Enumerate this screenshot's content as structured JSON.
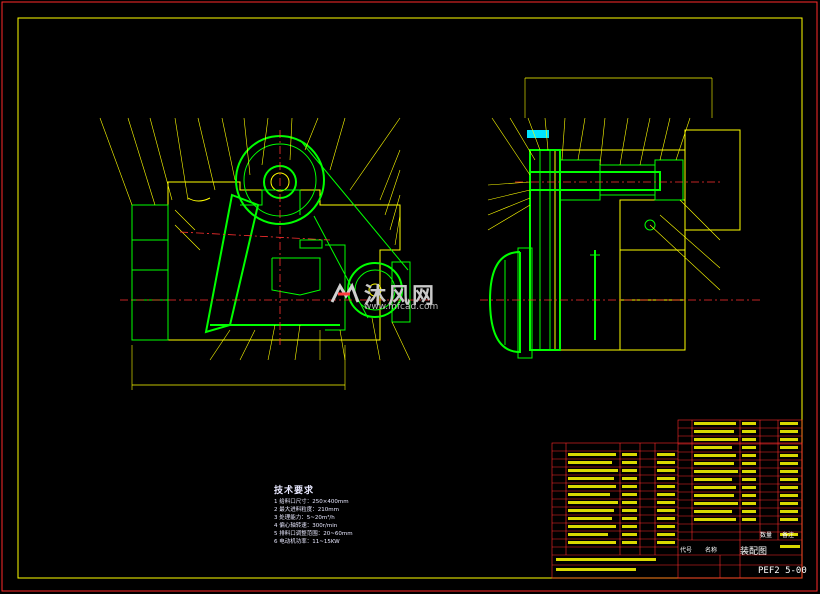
{
  "drawing": {
    "technical_requirements": {
      "title": "技术要求",
      "lines": [
        "1 给料口尺寸：250×400mm",
        "2 最大进料粒度：210mm",
        "3 处理能力：5~20m³/h",
        "4 偏心轴转速：300r/min",
        "5 排料口调整范围：20~60mm",
        "6 电动机功率：11~15KW"
      ]
    },
    "watermark": {
      "text": "沐风网",
      "url": "www.mfcad.com"
    },
    "title_block": {
      "drawing_title": "装配图",
      "drawing_code": "PEF2 5-00",
      "header_code": "代号",
      "header_name": "名称",
      "header_qty": "数量",
      "header_remark": "备注"
    },
    "colors": {
      "frame": "#ff2a2a",
      "outline": "#ffff00",
      "detail": "#00ff00",
      "centerline": "#ff3030",
      "hatch": "#00e5ff",
      "table_red": "#ff2a2a",
      "table_text": "#ffff00"
    }
  }
}
